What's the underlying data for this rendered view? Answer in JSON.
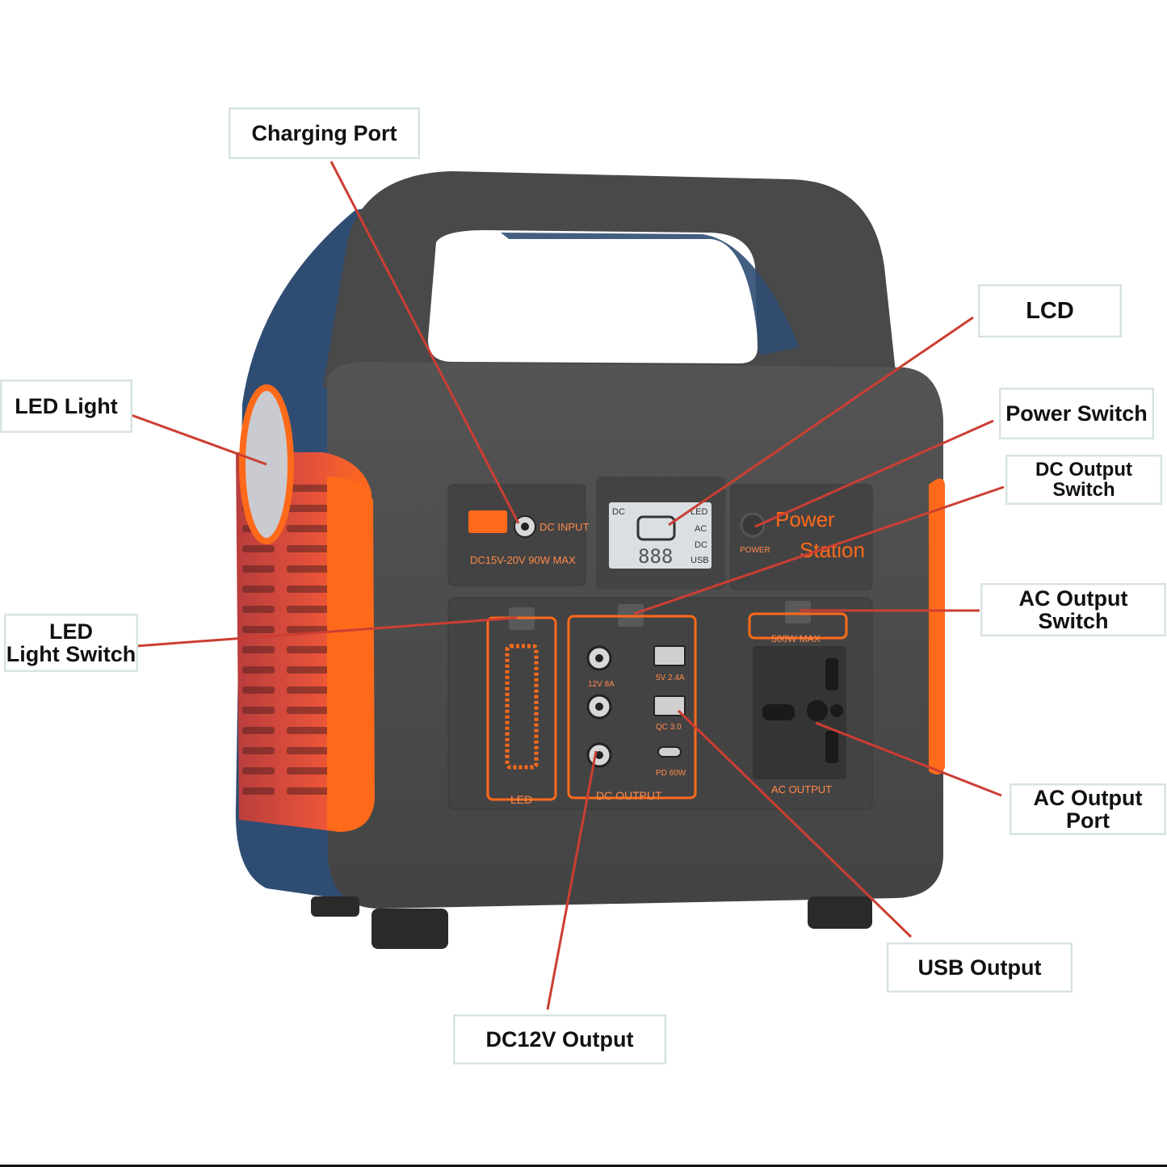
{
  "callouts": {
    "charging_port": "Charging Port",
    "lcd": "LCD",
    "led_light": "LED Light",
    "power_switch": "Power Switch",
    "dc_output_switch": "DC Output Switch",
    "led_light_switch_line1": "LED",
    "led_light_switch_line2": "Light Switch",
    "ac_output_switch": "AC Output Switch",
    "ac_output_port": "AC Output Port",
    "usb_output": "USB Output",
    "dc12v_output": "DC12V Output"
  },
  "device_labels": {
    "dc_input": "DC INPUT",
    "dc_input_spec": "DC15V-20V 90W MAX",
    "lcd_dc": "DC",
    "lcd_led": "LED",
    "lcd_ac": "AC",
    "lcd_dc2": "DC",
    "lcd_usb": "USB",
    "lcd_digits": "888",
    "power_word": "Power",
    "station_word": "Station",
    "power_small": "POWER",
    "ac_rating": "500W MAX",
    "led_panel": "LED",
    "dc_output_panel": "DC OUTPUT",
    "ac_output_panel": "AC OUTPUT",
    "dc_port_spec": "12V 8A",
    "usb_spec_1": "5V 2.4A",
    "usb_spec_2": "QC 3.0",
    "usb_c_spec": "PD 60W"
  },
  "colors": {
    "body": "#4b4a4a",
    "body_dark": "#3a3939",
    "accent_orange": "#ff6a1a",
    "side_blue": "#2f4d72",
    "pointer_red": "#cc3e33"
  }
}
